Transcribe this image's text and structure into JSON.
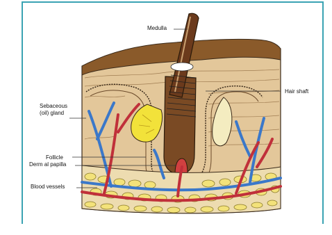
{
  "figure": {
    "labels": {
      "medulla": "Medulla",
      "hair_shaft": "Hair shaft",
      "sebaceous_line1": "Sebaceous",
      "sebaceous_line2": "(oil) gland",
      "follicle": "Follicle",
      "dermal_papilla": "Derm al papilla",
      "blood_vessels": "Blood vessels"
    },
    "colors": {
      "frame": "#3aa3b3",
      "epidermis": "#8a5a2a",
      "dermis": "#e3c79a",
      "fat": "#f3e27a",
      "vein": "#3b78c9",
      "artery": "#c0303a",
      "hair": "#6b3a1c",
      "sebaceous": "#f2e23a"
    }
  }
}
